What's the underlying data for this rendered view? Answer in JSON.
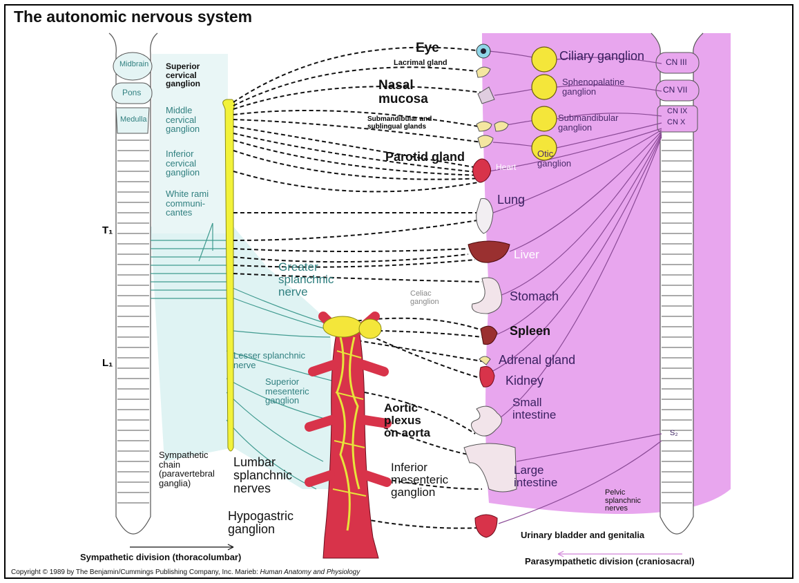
{
  "title": "The autonomic nervous system",
  "brain": {
    "midbrain": "Midbrain",
    "pons": "Pons",
    "medulla": "Medulla"
  },
  "levels": {
    "t1": "T₁",
    "l1": "L₁"
  },
  "sympathetic_labels": {
    "superior_cervical": "Superior\ncervical\nganglion",
    "middle_cervical": "Middle\ncervical\nganglion",
    "inferior_cervical": "Inferior\ncervical\nganglion",
    "white_rami": "White rami\ncommuni-\ncantes",
    "greater_splanchnic": "Greater\nsplanchnic\nnerve",
    "celiac": "Celiac\nganglion",
    "lesser_splanchnic": "Lesser splanchnic\nnerve",
    "superior_mesenteric": "Superior\nmesenteric\nganglion",
    "sympathetic_chain": "Sympathetic\nchain\n(paravertebral\nganglia)",
    "lumbar": "Lumbar\nsplanchnic\nnerves",
    "aortic_plexus": "Aortic\nplexus\non aorta",
    "inferior_mesenteric": "Inferior\nmesenteric\nganglion",
    "hypogastric": "Hypogastric\nganglion"
  },
  "organs": {
    "eye": "Eye",
    "lacrimal": "Lacrimal gland",
    "nasal": "Nasal\nmucosa",
    "submandibular_glands": "Submandibular and\nsublingual glands",
    "parotid": "Parotid gland",
    "heart": "Heart",
    "lung": "Lung",
    "liver": "Liver",
    "stomach": "Stomach",
    "spleen": "Spleen",
    "adrenal": "Adrenal gland",
    "kidney": "Kidney",
    "small_intestine": "Small\nintestine",
    "large_intestine": "Large\nintestine",
    "bladder": "Urinary bladder and genitalia"
  },
  "parasympathetic_labels": {
    "ciliary": "Ciliary ganglion",
    "sphenopalatine": "Sphenopalatine\nganglion",
    "submandibular": "Submandibular\nganglion",
    "otic": "Otic\nganglion",
    "pelvic": "Pelvic\nsplanchnic\nnerves"
  },
  "cranial_nerves": {
    "cn3": "CN III",
    "cn7": "CN VII",
    "cn9": "CN IX",
    "cn10": "CN X",
    "s2": "S₂"
  },
  "footer": {
    "sympathetic": "Sympathetic division (thoracolumbar)",
    "parasympathetic": "Parasympathetic division (craniosacral)",
    "copyright": "Copyright © 1989 by The Benjamin/Cummings Publishing Company, Inc. Marieb: ",
    "copyright_book": "Human Anatomy and Physiology"
  },
  "colors": {
    "sympathetic_bg": "#dff3f3",
    "parasympathetic_bg": "#e8a6ee",
    "chain": "#f2f23a",
    "aorta": "#d8334a",
    "ganglion": "#f4e63a"
  }
}
